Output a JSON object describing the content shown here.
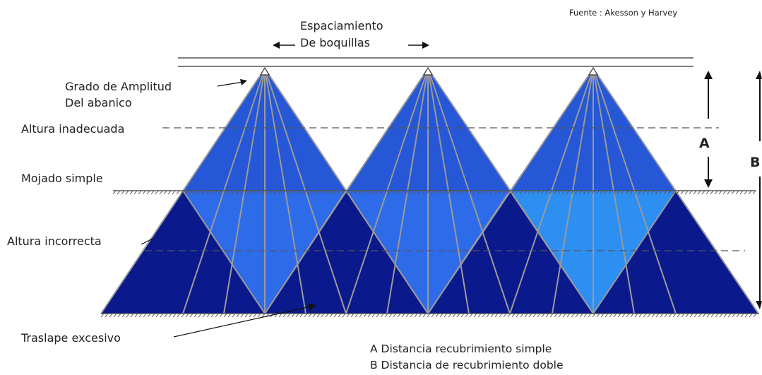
{
  "source": "Fuente : Akesson y Harvey",
  "spacing": {
    "line1": "Espaciamiento",
    "line2": "De boquillas"
  },
  "labels": {
    "amplitude_line1": "Grado de Amplitud",
    "amplitude_line2": "Del abanico",
    "inadequate_height": "Altura inadecuada",
    "single_wetting": "Mojado simple",
    "incorrect_height": "Altura incorrecta",
    "excessive_overlap": "Traslape excesivo"
  },
  "dimensions": {
    "a_marker": "A",
    "b_marker": "B"
  },
  "legend": {
    "a": "A  Distancia recubrimiento simple",
    "b": "B  Distancia de recubrimiento doble"
  },
  "colors": {
    "upper_fan": "#2e6be8",
    "lower_fan": "#0a1a8c",
    "highlight": "#2d8ff2",
    "guide_lines": "#9a9a9a",
    "ground": "#555555"
  }
}
